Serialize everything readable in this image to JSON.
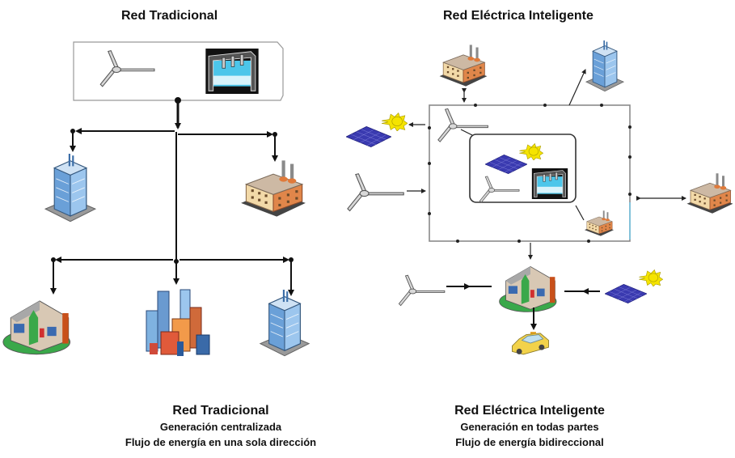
{
  "left_panel": {
    "title": "Red Tradicional",
    "caption": {
      "title": "Red Tradicional",
      "line1": "Generación centralizada",
      "line2": "Flujo de energía en una sola dirección"
    },
    "generation_box": [
      "wind-turbine",
      "power-plant"
    ],
    "consumers_level1": [
      "office-building",
      "factory"
    ],
    "consumers_level2": [
      "house",
      "city",
      "office-building"
    ]
  },
  "right_panel": {
    "title": "Red Eléctrica Inteligente",
    "caption": {
      "title": "Red Eléctrica Inteligente",
      "line1": "Generación en todas partes",
      "line2": "Flujo de energía bidireccional"
    },
    "nodes": [
      "factory-top",
      "office-building-top",
      "solar-panel-left",
      "wind-turbine-left",
      "wind-turbine-inner",
      "microgrid-solar",
      "microgrid-wind",
      "microgrid-power-plant",
      "small-factory",
      "factory-right",
      "home",
      "home-wind-turbine",
      "home-solar-panel",
      "electric-car"
    ]
  },
  "colors": {
    "line": "#111111",
    "grid_line": "#8a8a8a",
    "solar_panel": "#3a3ab0",
    "sun": "#f5e400",
    "building_blue": "#7fb2e0",
    "factory_orange": "#e0864a",
    "car_yellow": "#f2d24a"
  }
}
